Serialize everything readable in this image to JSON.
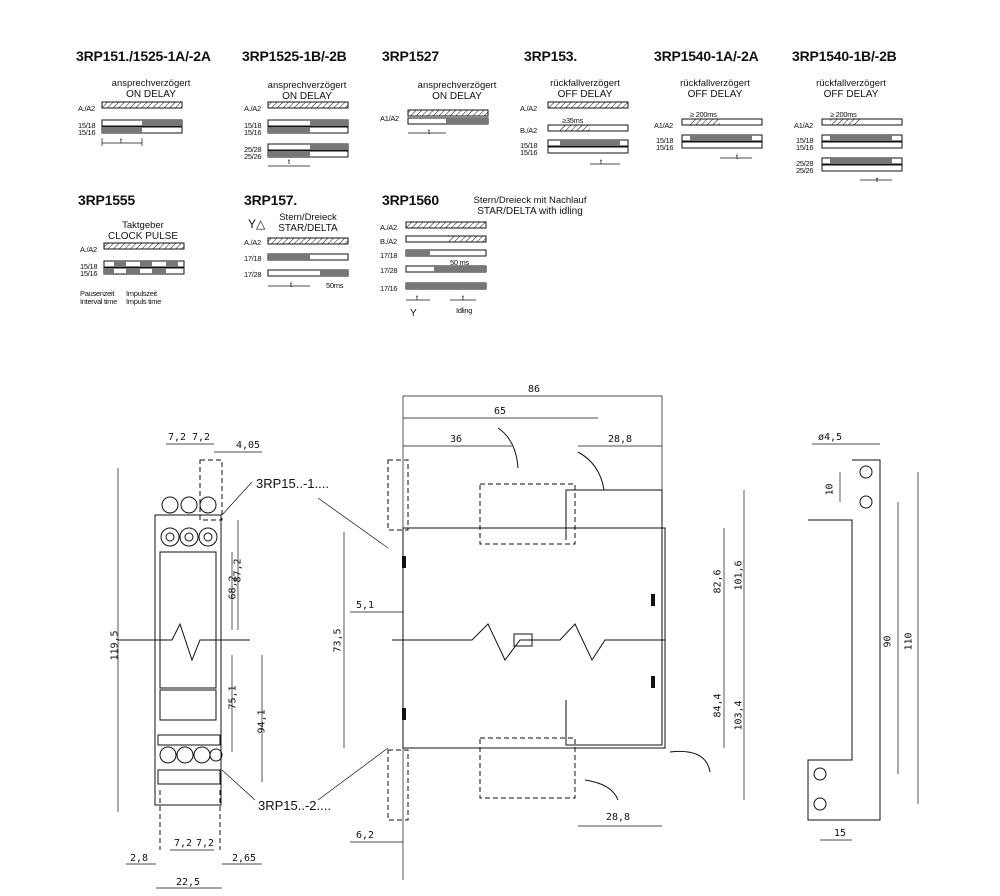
{
  "timing": {
    "t1": {
      "title": "3RP151./1525-1A/-2A",
      "cap1": "ansprechverzögert",
      "cap2": "ON DELAY",
      "s1": "A./A2",
      "s2": "15/18",
      "s3": "15/16",
      "t": "t"
    },
    "t2": {
      "title": "3RP1525-1B/-2B",
      "cap1": "ansprechverzögert",
      "cap2": "ON DELAY",
      "s1": "A./A2",
      "s2": "15/18",
      "s3": "15/16",
      "s4": "25/28",
      "s5": "25/26",
      "t": "t"
    },
    "t3": {
      "title": "3RP1527",
      "cap1": "ansprechverzögert",
      "cap2": "ON DELAY",
      "s1": "A1/A2",
      "t": "t"
    },
    "t4": {
      "title": "3RP153.",
      "cap1": "rückfallverzögert",
      "cap2": "OFF DELAY",
      "s1": "A./A2",
      "s2": "B./A2",
      "s3": "15/18",
      "s4": "15/16",
      "ms": "≥35ms",
      "t": "t"
    },
    "t5": {
      "title": "3RP1540-1A/-2A",
      "cap1": "rückfallverzögert",
      "cap2": "OFF DELAY",
      "s1": "A1/A2",
      "s2": "15/18",
      "s3": "15/16",
      "ms": "≥ 200ms",
      "t": "t"
    },
    "t6": {
      "title": "3RP1540-1B/-2B",
      "cap1": "rückfallverzögert",
      "cap2": "OFF DELAY",
      "s1": "A1/A2",
      "s2": "15/18",
      "s3": "15/16",
      "s4": "25/28",
      "s5": "25/26",
      "ms": "≥ 200ms",
      "t": "t"
    },
    "t7": {
      "title": "3RP1555",
      "cap1": "Taktgeber",
      "cap2": "CLOCK PULSE",
      "s1": "A./A2",
      "s2": "15/18",
      "s3": "15/16",
      "n1": "Pausenzeit",
      "n2": "Interval time",
      "n3": "Impulszeit",
      "n4": "Impuls time"
    },
    "t8": {
      "title": "3RP157.",
      "cap1": "Stern/Dreieck",
      "cap2": "STAR/DELTA",
      "s1": "A./A2",
      "s2": "17/18",
      "s3": "17/28",
      "t": "t",
      "ms": "50ms"
    },
    "t9": {
      "title": "3RP1560",
      "cap1": "Stern/Dreieck mit Nachlauf",
      "cap2": "STAR/DELTA with idling",
      "s1": "A./A2",
      "s2": "B./A2",
      "s3": "17/18",
      "s4": "17/28",
      "s5": "17/16",
      "ms": "50 ms",
      "t": "t",
      "idle": "Idling"
    }
  },
  "dims": {
    "front": {
      "d1": "7,2",
      "d2": "7,2",
      "d3": "4,05",
      "d4": "87,2",
      "d5": "68,2",
      "d6": "119,5",
      "d7": "75,1",
      "d8": "94,1",
      "d9": "7,2",
      "d10": "7,2",
      "d11": "2,8",
      "d12": "2,65",
      "d13": "22,5"
    },
    "labels": {
      "top": "3RP15..-1....",
      "bottom": "3RP15..-2...."
    },
    "side": {
      "d1": "86",
      "d2": "65",
      "d3": "36",
      "d4": "28,8",
      "d5": "5,1",
      "d6": "73,5",
      "d7": "82,6",
      "d8": "101,6",
      "d9": "84,4",
      "d10": "103,4",
      "d11": "28,8",
      "d12": "6,2"
    },
    "bracket": {
      "d1": "ø4,5",
      "d2": "10",
      "d3": "90",
      "d4": "110",
      "d5": "15"
    }
  }
}
